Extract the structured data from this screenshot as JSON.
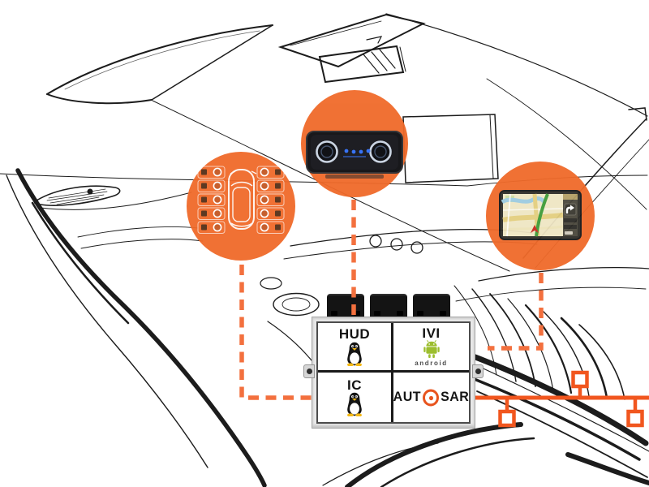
{
  "diagram_title": "automotive-cockpit-domain-controller-diagram",
  "ecu": {
    "quadrants": {
      "hud": {
        "label": "HUD",
        "os_icon": "tux-linux-icon"
      },
      "ivi": {
        "label": "IVI",
        "os_icon": "android-robot-icon",
        "os_wordmark": "android"
      },
      "ic": {
        "label": "IC",
        "os_icon": "tux-linux-icon"
      },
      "autosar": {
        "logo_prefix": "AUT",
        "logo_suffix": "SAR",
        "logo_o_icon": "autosar-o-icon"
      }
    }
  },
  "callouts": {
    "telltales": {
      "icon": "car-telltales-sketch-icon"
    },
    "cluster": {
      "icon": "gauge-cluster-display-icon"
    },
    "navigation": {
      "icon": "navigation-map-icon"
    }
  },
  "colors": {
    "callout_orange": "#F06A2A",
    "connector_dash_orange": "#F3703E",
    "network_bus_orange": "#F1561E",
    "autosar_o": "#E8541E",
    "android_green": "#9CBE2E",
    "tux_yellow": "#F5B915",
    "sketch_ink": "#1c1c1c"
  }
}
